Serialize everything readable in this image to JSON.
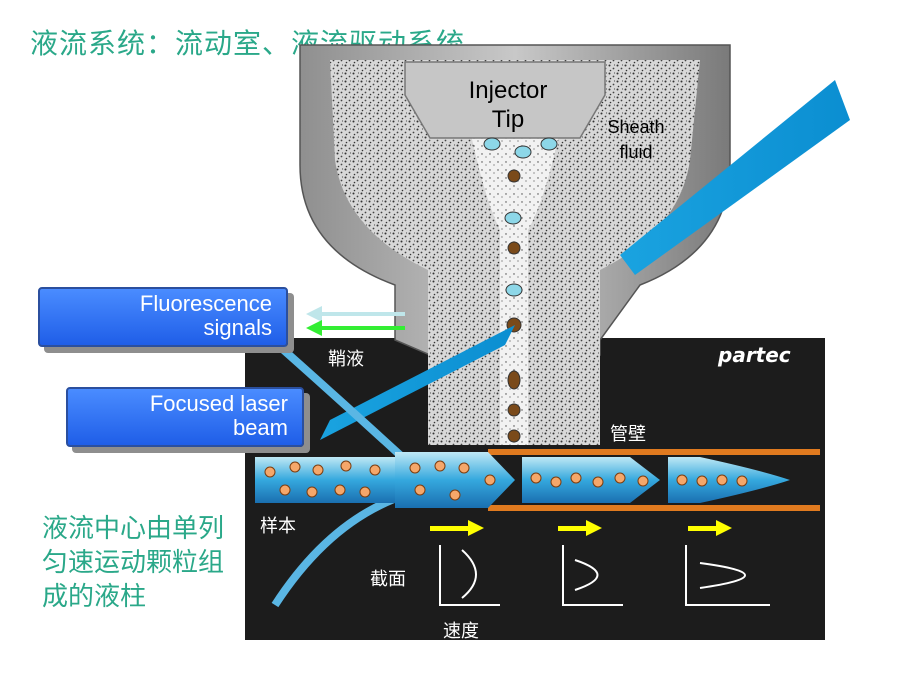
{
  "slide": {
    "title": "液流系统：流动室、液流驱动系统",
    "description": "液流中心由单列\n匀速运动颗粒组\n成的液柱"
  },
  "diagram": {
    "injector_tip": [
      "Injector",
      "Tip"
    ],
    "sheath_fluid": [
      "Sheath",
      "fluid"
    ],
    "brand": "partec",
    "sheath_liquid_cn": "鞘液",
    "tube_wall_cn": "管壁",
    "sample_cn": "样本",
    "cross_section_cn": "截面",
    "velocity_cn": "速度",
    "fluorescence_callout": [
      "Fluorescence",
      "signals"
    ],
    "laser_callout": [
      "Focused laser",
      "beam"
    ]
  },
  "colors": {
    "title_text": "#2aa889",
    "callout_fill": "#2d6ef0",
    "laser_beam": "#1aa3e0",
    "tube_wall": "#e07a1f",
    "panel_bg": "#1a1a1a",
    "arrow_yellow": "#ffff00",
    "arrow_green": "#33ee33",
    "arrow_light": "#bfe6ea"
  }
}
